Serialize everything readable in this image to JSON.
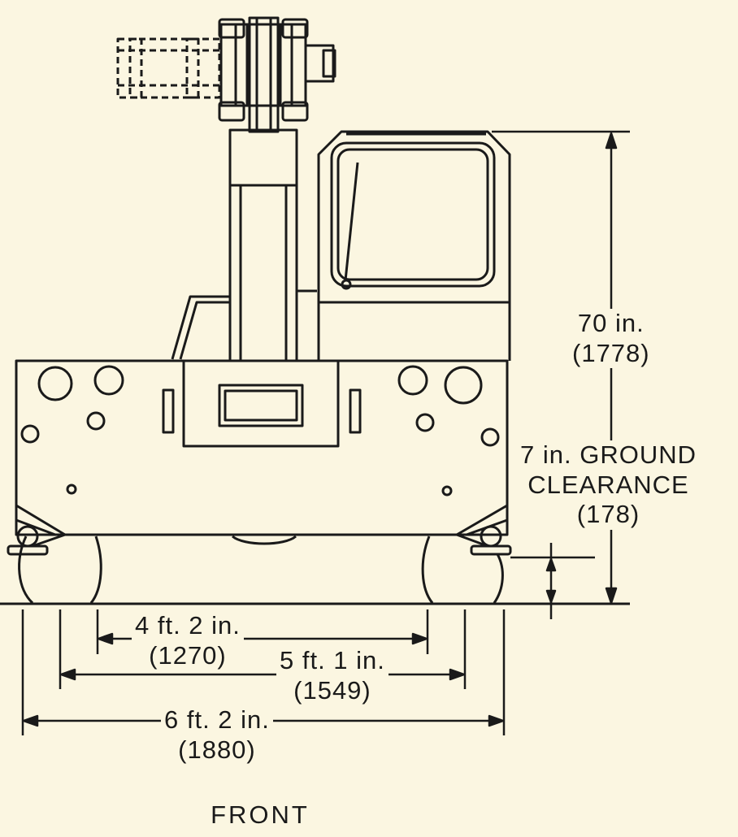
{
  "dimensions": {
    "height": {
      "imperial": "70 in.",
      "metric": "(1778)"
    },
    "ground_clearance": {
      "line1": "7 in. GROUND",
      "line2": "CLEARANCE",
      "metric": "(178)"
    },
    "track_gauge": {
      "imperial": "4 ft. 2 in.",
      "metric": "(1270)"
    },
    "track_width": {
      "imperial": "5 ft. 1 in.",
      "metric": "(1549)"
    },
    "overall_width": {
      "imperial": "6 ft. 2 in.",
      "metric": "(1880)"
    }
  },
  "view_label": "FRONT"
}
